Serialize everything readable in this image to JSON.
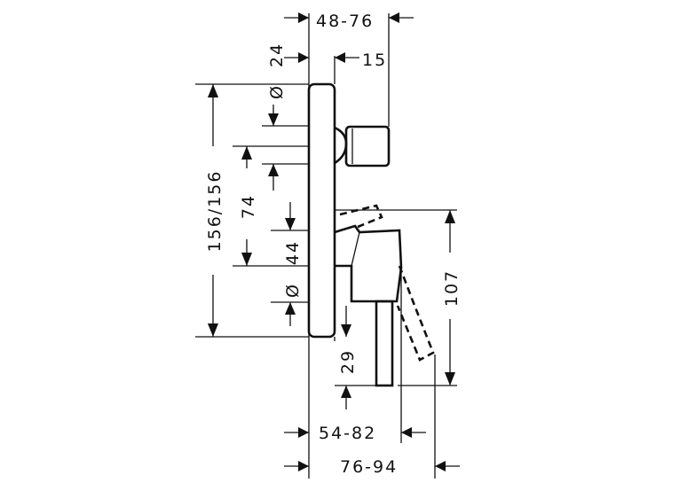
{
  "dimensions": {
    "d_48_76": "48-76",
    "d_24": "24",
    "d_15": "15",
    "dia1": "Ø",
    "d_156": "156/156",
    "d_74": "74",
    "d_44": "44",
    "dia2": "Ø",
    "d_107": "107",
    "d_29": "29",
    "d_54_82": "54-82",
    "d_76_94": "76-94"
  }
}
